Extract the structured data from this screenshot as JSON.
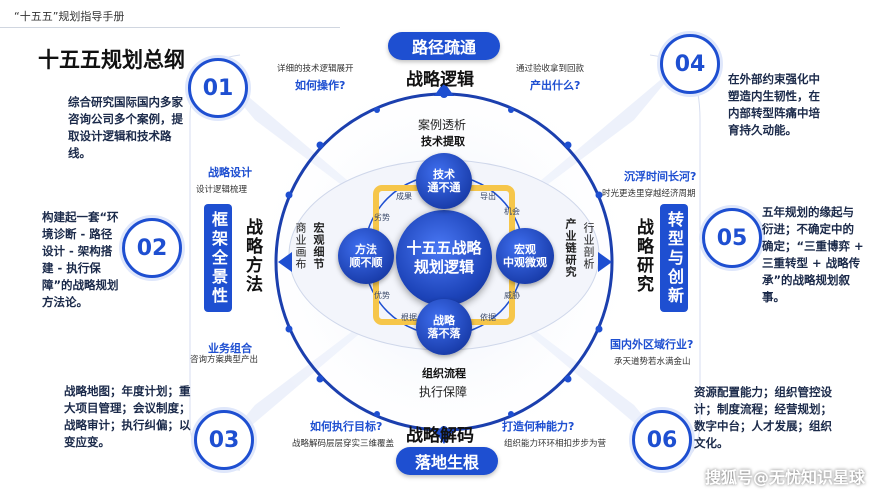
{
  "header": {
    "title": "“十五五”规划指导手册"
  },
  "main_title": "十五五规划总纲",
  "pills": {
    "top": "路径疏通",
    "bottom": "落地生根"
  },
  "axes": {
    "top": "战略逻辑",
    "bottom": "战略解码",
    "left_v": "战略方法",
    "right_v": "战略研究",
    "left_box": "框架全景性",
    "right_box": "转型与创新"
  },
  "sections": {
    "s01": {
      "num": "01",
      "text": "综合研究国际国内多家咨询公司多个案例，提取设计逻辑和技术路线。"
    },
    "s02": {
      "num": "02",
      "text": "构建起一套“环境诊断 - 路径设计 - 架构搭建 - 执行保障”的战略规划方法论。"
    },
    "s03": {
      "num": "03",
      "text": "战略地图；年度计划；重大项目管理；会议制度；战略审计；执行纠偏；以变应变。"
    },
    "s04": {
      "num": "04",
      "text": "在外部约束强化中塑造内生韧性，在内部转型阵痛中培育持久动能。"
    },
    "s05": {
      "num": "05",
      "text": "五年规划的缘起与衍进；不确定中的确定；“三重博弈 + 三重转型 + 战略传承”的战略规划叙事。"
    },
    "s06": {
      "num": "06",
      "text": "资源配置能力；组织管控设计；制度流程；经营规划；数字中台；人才发展；组织文化。"
    }
  },
  "questions": {
    "how_op": "如何操作?",
    "how_op_sub": "详细的技术逻辑展开",
    "output": "产出什么?",
    "output_sub": "通过验收拿到回款",
    "design": "战略设计",
    "design_sub": "设计逻辑梳理",
    "time": "沉浮时间长河?",
    "time_sub": "时光更迭里穿越经济周期",
    "combo": "业务组合",
    "combo_sub": "咨询方案典型产出",
    "region": "国内外区域行业?",
    "region_sub": "承天道势若水满金山",
    "exec": "如何执行目标?",
    "exec_sub": "战略解码层层穿实三维覆盖",
    "ability": "打造何种能力?",
    "ability_sub": "组织能力环环相扣步步为营"
  },
  "ring": {
    "top_a": "案例透析",
    "top_b": "技术提取",
    "bottom_a": "组织流程",
    "bottom_b": "执行保障",
    "left_a": "商业画布",
    "left_b": "宏观细节",
    "right_a": "行业剖析",
    "right_b": "产业链研究"
  },
  "inner": {
    "core": [
      "十五五战略",
      "规划逻辑"
    ],
    "top": [
      "技术",
      "通不通"
    ],
    "left": [
      "方法",
      "顺不顺"
    ],
    "right": [
      "宏观",
      "中观微观"
    ],
    "bottom": [
      "战略",
      "落不落"
    ],
    "tags": {
      "t1": "成果",
      "t2": "导出",
      "t3": "机会",
      "t4": "威胁",
      "t5": "根据",
      "t6": "依据",
      "t7": "劣势",
      "t8": "优势"
    }
  },
  "watermark": "搜狐号@无忧知识星球",
  "colors": {
    "accent": "#1e4fd1",
    "accent_dark": "#10287a"
  }
}
